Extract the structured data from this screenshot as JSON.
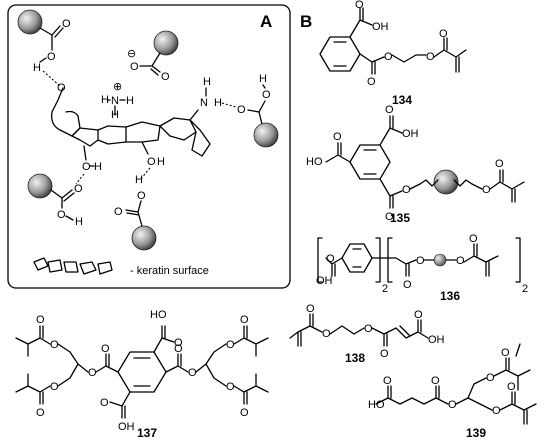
{
  "panels": {
    "a": "A",
    "b": "B"
  },
  "legend": {
    "keratin": "- keratin surface"
  },
  "compounds": {
    "c134": "134",
    "c135": "135",
    "c136": "136",
    "c137": "137",
    "c138": "138",
    "c139": "139"
  },
  "atoms": {
    "O": "O",
    "H": "H",
    "N": "N",
    "OH": "OH",
    "HO": "HO",
    "plus": "⊕",
    "minus": "⊖",
    "sub2": "2"
  }
}
